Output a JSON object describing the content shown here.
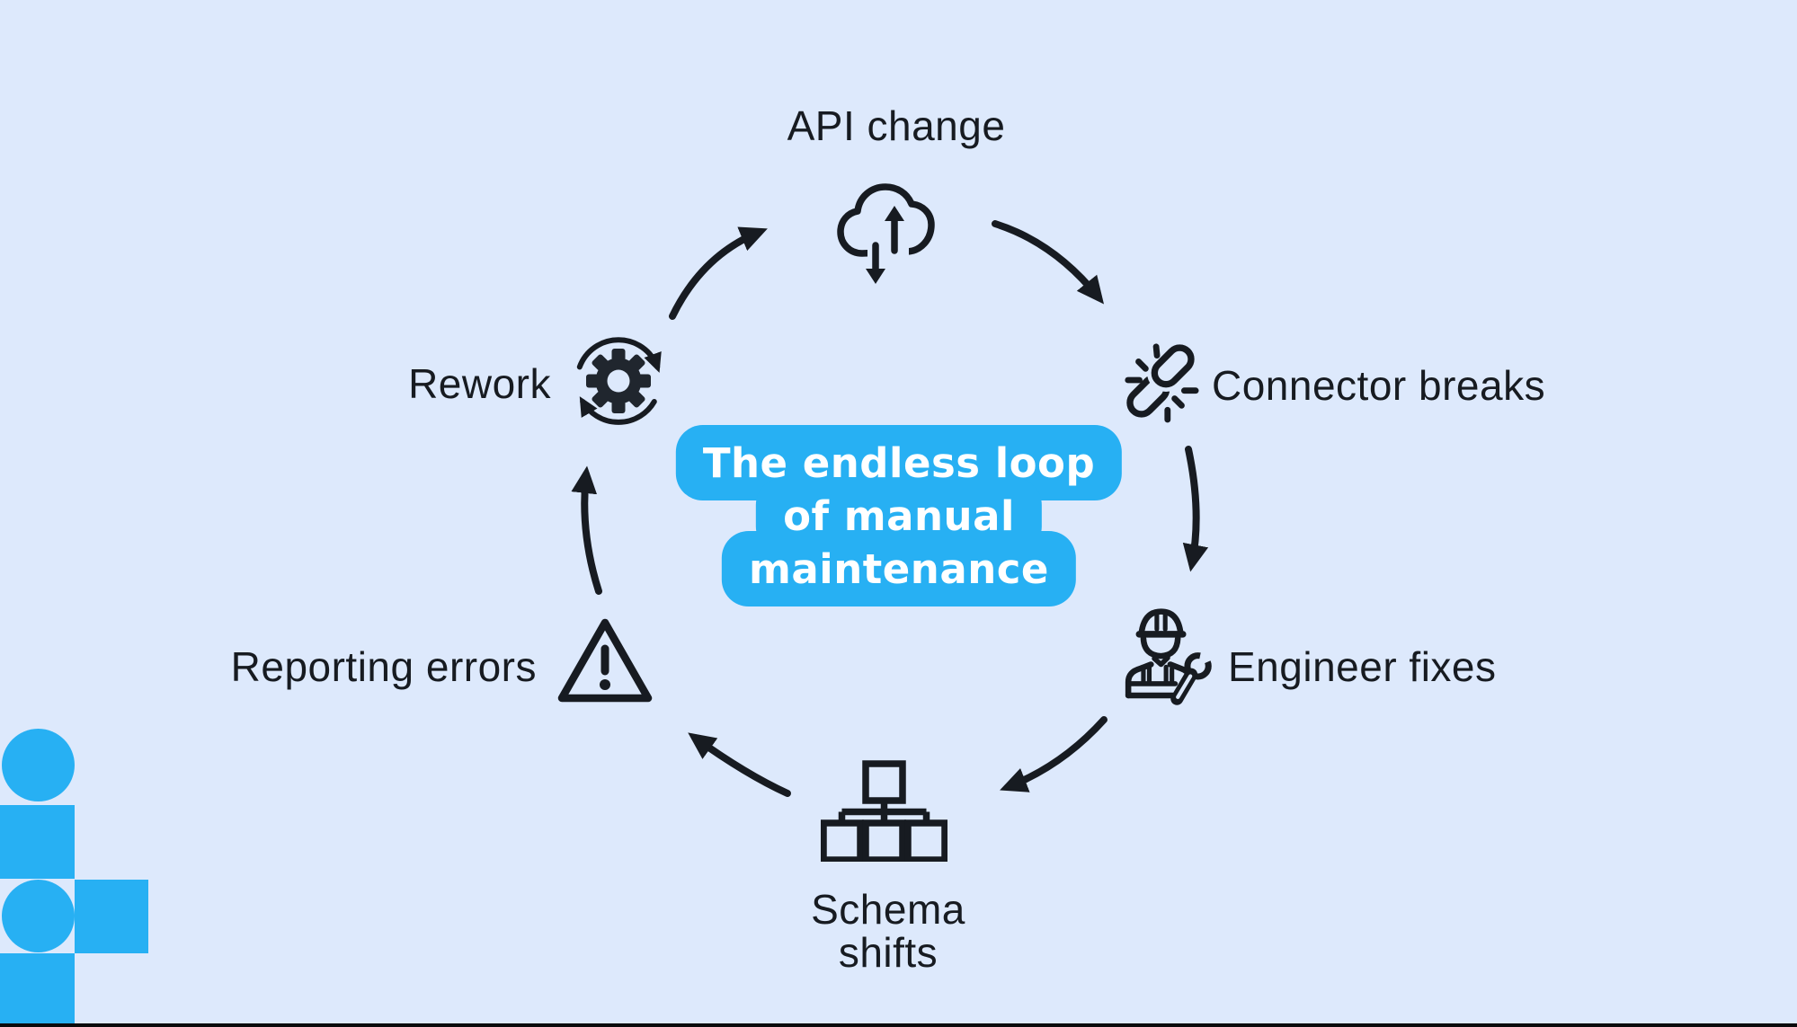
{
  "theme": {
    "background": "#dde9fc",
    "ink": "#171b21",
    "accent": "#27b0f3",
    "badge_text": "#ffffff",
    "bottom_bar": "#0a0a0b"
  },
  "badge": {
    "lines": [
      "The endless loop",
      "of manual",
      "maintenance"
    ]
  },
  "nodes": {
    "api_change": {
      "label": "API change",
      "icon": "cloud-sync-icon"
    },
    "connector_breaks": {
      "label": "Connector breaks",
      "icon": "broken-link-icon"
    },
    "engineer_fixes": {
      "label": "Engineer fixes",
      "icon": "engineer-wrench-icon"
    },
    "schema_shifts": {
      "lines": [
        "Schema",
        "shifts"
      ],
      "icon": "schema-tree-icon"
    },
    "reporting_errors": {
      "label": "Reporting errors",
      "icon": "warning-triangle-icon"
    },
    "rework": {
      "label": "Rework",
      "icon": "gear-refresh-icon"
    }
  },
  "flow_sequence": [
    "API change",
    "Connector breaks",
    "Engineer fixes",
    "Schema shifts",
    "Reporting errors",
    "Rework"
  ]
}
